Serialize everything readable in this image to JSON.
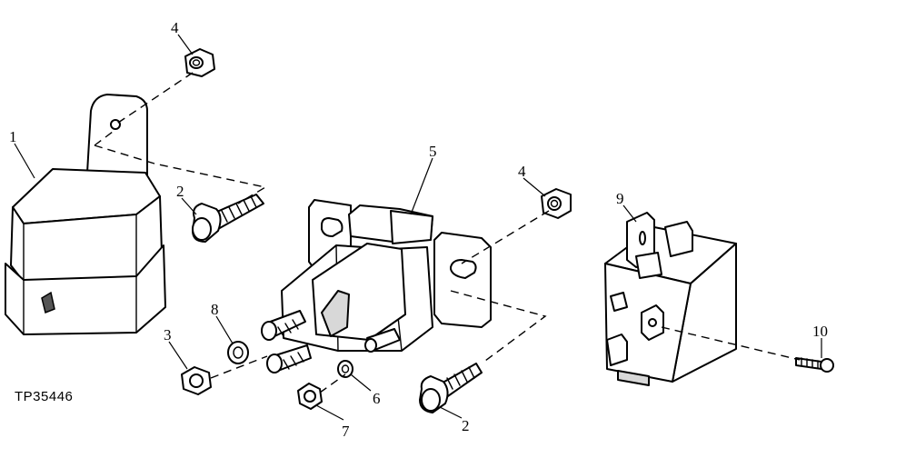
{
  "figure": {
    "id": "TP35446"
  },
  "callouts": {
    "c1": "1",
    "c2_left": "2",
    "c2_right": "2",
    "c3": "3",
    "c4_left": "4",
    "c4_right": "4",
    "c5": "5",
    "c6": "6",
    "c7": "7",
    "c8": "8",
    "c9": "9",
    "c10": "10"
  }
}
